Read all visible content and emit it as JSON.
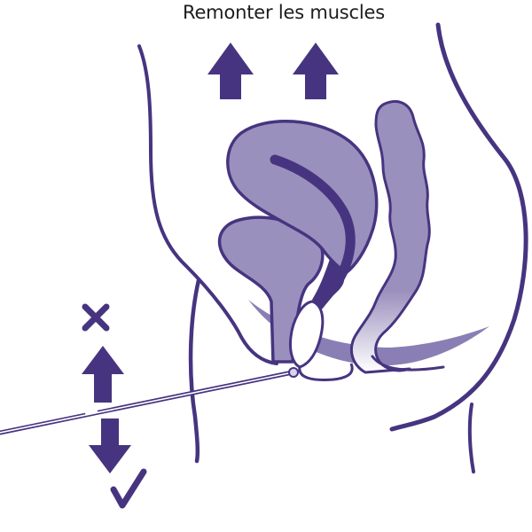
{
  "title": "Remonter les muscles",
  "colors": {
    "outline": "#473480",
    "fill": "#9a90bd",
    "fill_light": "#b7afd1",
    "text": "#1d1d1d",
    "background": "#ffffff"
  },
  "indicators": {
    "lift_arrows": [
      "arrow-up",
      "arrow-up"
    ],
    "wrong_direction": {
      "symbol": "cross",
      "direction": "up"
    },
    "right_direction": {
      "symbol": "check",
      "direction": "down"
    }
  },
  "anatomy": [
    "body-outline",
    "bladder",
    "uterus",
    "vagina",
    "rectum",
    "pelvic-floor-muscle",
    "probe"
  ]
}
